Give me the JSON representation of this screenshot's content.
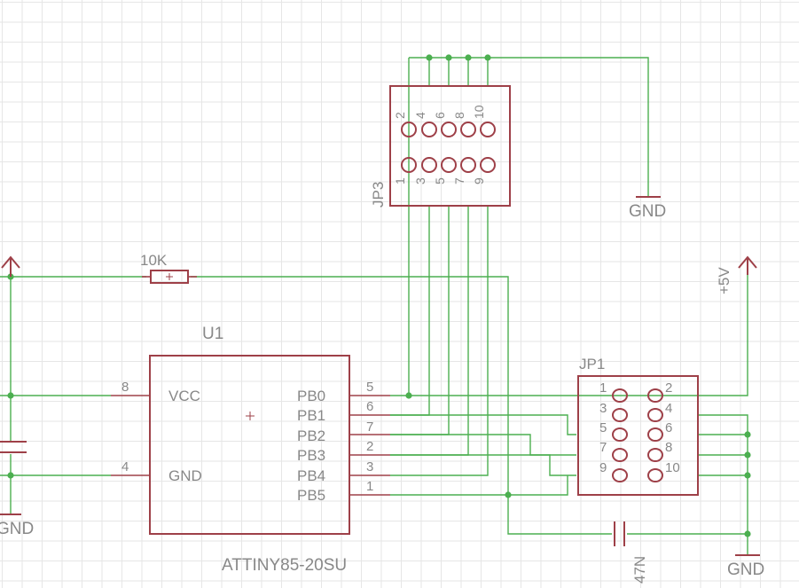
{
  "u1": {
    "name": "U1",
    "value": "ATTINY85-20SU",
    "pin_names": {
      "vcc": "VCC",
      "gnd": "GND",
      "pb0": "PB0",
      "pb1": "PB1",
      "pb2": "PB2",
      "pb3": "PB3",
      "pb4": "PB4",
      "pb5": "PB5"
    },
    "pin_numbers": {
      "vcc": "8",
      "gnd": "4",
      "pb0": "5",
      "pb1": "6",
      "pb2": "7",
      "pb3": "2",
      "pb4": "3",
      "pb5": "1"
    }
  },
  "resistor": {
    "value": "10K"
  },
  "capacitor": {
    "value": "47N"
  },
  "jp3": {
    "name": "JP3",
    "pins_top": [
      "2",
      "4",
      "6",
      "8",
      "10"
    ],
    "pins_bottom": [
      "1",
      "3",
      "5",
      "7",
      "9"
    ]
  },
  "jp1": {
    "name": "JP1",
    "pins_left": [
      "1",
      "3",
      "5",
      "7",
      "9"
    ],
    "pins_right": [
      "2",
      "4",
      "6",
      "8",
      "10"
    ]
  },
  "supplies": {
    "gnd_jp3": "GND",
    "gnd_left": "GND",
    "gnd_right": "GND",
    "vcc_right": "+5V"
  }
}
